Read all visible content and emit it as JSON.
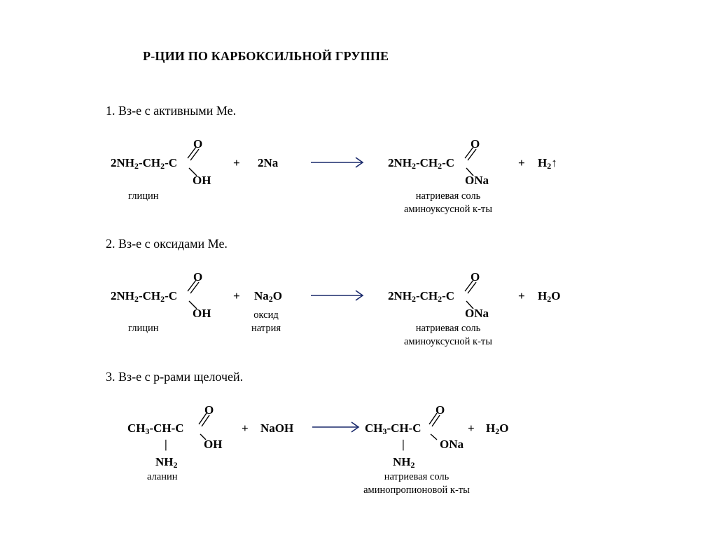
{
  "title": "Р-ЦИИ ПО КАРБОКСИЛЬНОЙ ГРУППЕ",
  "sections": [
    {
      "heading": "1.   Вз-е с активными Ме.",
      "reactant": {
        "prefix": "2NH",
        "sub1": "2",
        "mid": "-CH",
        "sub2": "2",
        "tail": "-C",
        "o": "O",
        "group": "OH",
        "name": "глицин"
      },
      "plus1": "+",
      "reagent": {
        "text": "2Na"
      },
      "product": {
        "prefix": "2NH",
        "sub1": "2",
        "mid": "-CH",
        "sub2": "2",
        "tail": "-C",
        "o": "O",
        "group": "ONa",
        "name_line1": "натриевая соль",
        "name_line2": "аминоуксусной к-ты"
      },
      "plus2": "+",
      "byproduct": {
        "text": "H",
        "sub": "2",
        "suffix": "↑"
      }
    },
    {
      "heading": "2.   Вз-е с оксидами Ме.",
      "reactant": {
        "prefix": "2NH",
        "sub1": "2",
        "mid": "-CH",
        "sub2": "2",
        "tail": "-C",
        "o": "O",
        "group": "OH",
        "name": "глицин"
      },
      "plus1": "+",
      "reagent": {
        "text": "Na",
        "sub": "2",
        "suffix": "O",
        "name_line1": "оксид",
        "name_line2": "натрия"
      },
      "product": {
        "prefix": "2NH",
        "sub1": "2",
        "mid": "-CH",
        "sub2": "2",
        "tail": "-C",
        "o": "O",
        "group": "ONa",
        "name_line1": "натриевая соль",
        "name_line2": "аминоуксусной к-ты"
      },
      "plus2": "+",
      "byproduct": {
        "text": "H",
        "sub": "2",
        "suffix": "O"
      }
    },
    {
      "heading": "3.   Вз-е с р-рами щелочей.",
      "reactant": {
        "prefix": "CH",
        "sub1": "3",
        "mid": "-CH-C",
        "o": "O",
        "group": "OH",
        "branch": "|",
        "amine": "NH",
        "amine_sub": "2",
        "name": "аланин"
      },
      "plus1": "+",
      "reagent": {
        "text": "NaOH"
      },
      "product": {
        "prefix": "CH",
        "sub1": "3",
        "mid": "-CH-C",
        "o": "O",
        "group": "ONa",
        "branch": "|",
        "amine": "NH",
        "amine_sub": "2",
        "name_line1": "натриевая соль",
        "name_line2": "аминопропионовой к-ты"
      },
      "plus2": "+",
      "byproduct": {
        "text": "H",
        "sub": "2",
        "suffix": "O"
      }
    }
  ],
  "arrow_color": "#1a2a6c"
}
